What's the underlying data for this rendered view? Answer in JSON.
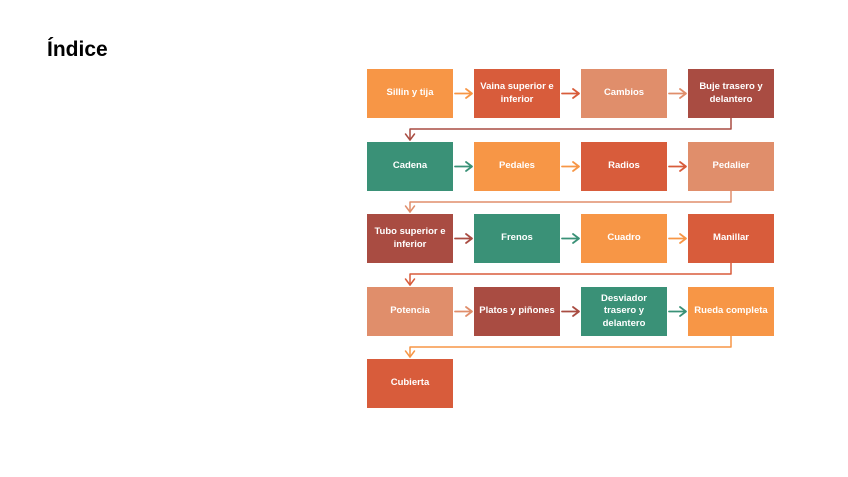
{
  "slide": {
    "title": "Índice"
  },
  "palette": {
    "orange": "#F79646",
    "red": "#D85C3B",
    "salmon": "#E08E6B",
    "maroon": "#A94C42",
    "green": "#3A9177"
  },
  "flowchart": {
    "rows": [
      {
        "boxes": [
          {
            "label": "Sillin y tija",
            "color": "orange"
          },
          {
            "label": "Vaina superior e inferior",
            "color": "red"
          },
          {
            "label": "Cambios",
            "color": "salmon"
          },
          {
            "label": "Buje trasero y delantero",
            "color": "maroon"
          }
        ]
      },
      {
        "boxes": [
          {
            "label": "Cadena",
            "color": "green"
          },
          {
            "label": "Pedales",
            "color": "orange"
          },
          {
            "label": "Radios",
            "color": "red"
          },
          {
            "label": "Pedalier",
            "color": "salmon"
          }
        ]
      },
      {
        "boxes": [
          {
            "label": "Tubo superior e inferior",
            "color": "maroon"
          },
          {
            "label": "Frenos",
            "color": "green"
          },
          {
            "label": "Cuadro",
            "color": "orange"
          },
          {
            "label": "Manillar",
            "color": "red"
          }
        ]
      },
      {
        "boxes": [
          {
            "label": "Potencia",
            "color": "salmon"
          },
          {
            "label": "Platos y piñones",
            "color": "maroon"
          },
          {
            "label": "Desviador trasero y delantero",
            "color": "green"
          },
          {
            "label": "Rueda completa",
            "color": "orange"
          }
        ]
      },
      {
        "boxes": [
          {
            "label": "Cubierta",
            "color": "red"
          }
        ]
      }
    ]
  }
}
